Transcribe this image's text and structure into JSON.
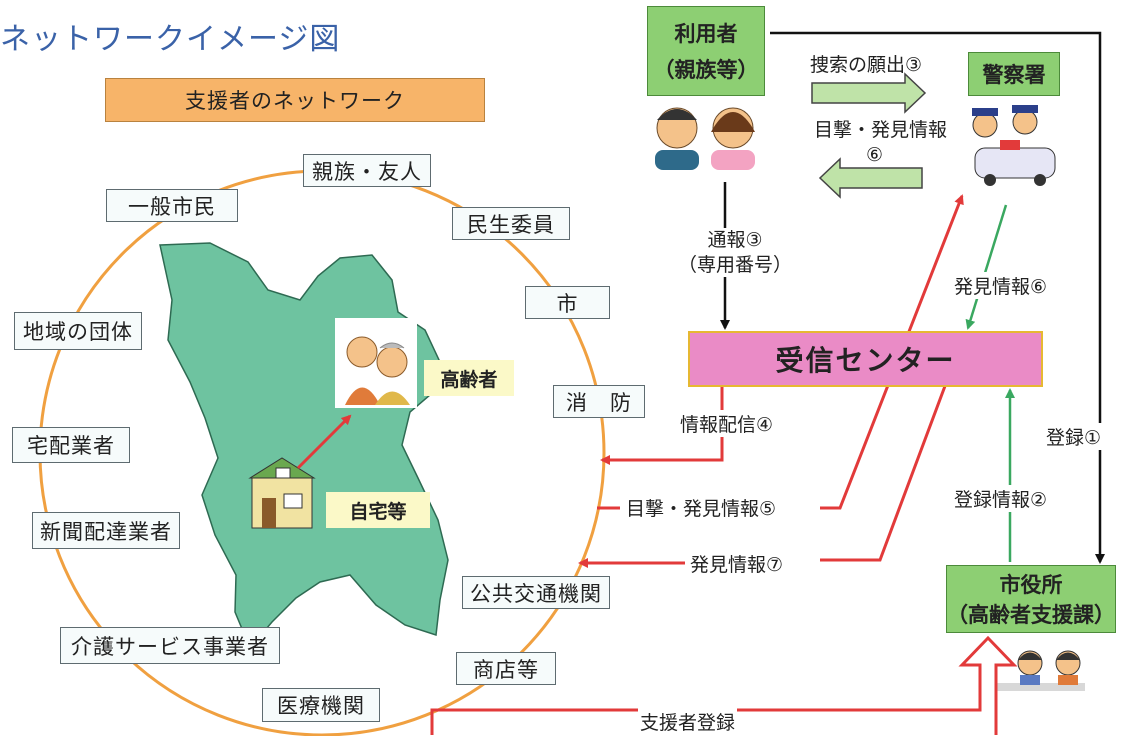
{
  "title": "ネットワークイメージ図",
  "network_header": "支援者のネットワーク",
  "supporters": {
    "relatives_friends": "親族・友人",
    "general_citizens": "一般市民",
    "welfare_commissioner": "民生委員",
    "city": "市",
    "local_groups": "地域の団体",
    "fire_department": "消　防",
    "delivery_companies": "宅配業者",
    "newspaper_delivery": "新聞配達業者",
    "public_transport": "公共交通機関",
    "care_service": "介護サービス事業者",
    "shops": "商店等",
    "medical": "医療機関"
  },
  "map_labels": {
    "elderly": "高齢者",
    "home": "自宅等"
  },
  "user": {
    "line1": "利用者",
    "line2": "（親族等）"
  },
  "police": "警察署",
  "reception_center": "受信センター",
  "city_office": {
    "line1": "市役所",
    "line2": "（高齢者支援課）"
  },
  "flows": {
    "search_request": "捜索の願出③",
    "sighting_info_6_line1": "目撃・発見情報",
    "sighting_info_6_line2": "⑥",
    "report_line1": "通報③",
    "report_line2": "（専用番号）",
    "discovery_info_6": "発見情報⑥",
    "info_broadcast": "情報配信④",
    "registration": "登録①",
    "registration_info": "登録情報②",
    "sighting_info_5": "目撃・発見情報⑤",
    "discovery_info_7": "発見情報⑦",
    "supporter_registration": "支援者登録"
  },
  "colors": {
    "title_blue": "#3a62a8",
    "network_header_orange": "#f7b469",
    "circle_orange": "#f0a040",
    "map_green": "#6ec3a0",
    "green_box": "#8dcf73",
    "center_pink": "#ea8bc6",
    "red_arrow": "#e23a3a",
    "green_arrow": "#3aa860",
    "light_green_arrow": "#bfe3a8"
  }
}
